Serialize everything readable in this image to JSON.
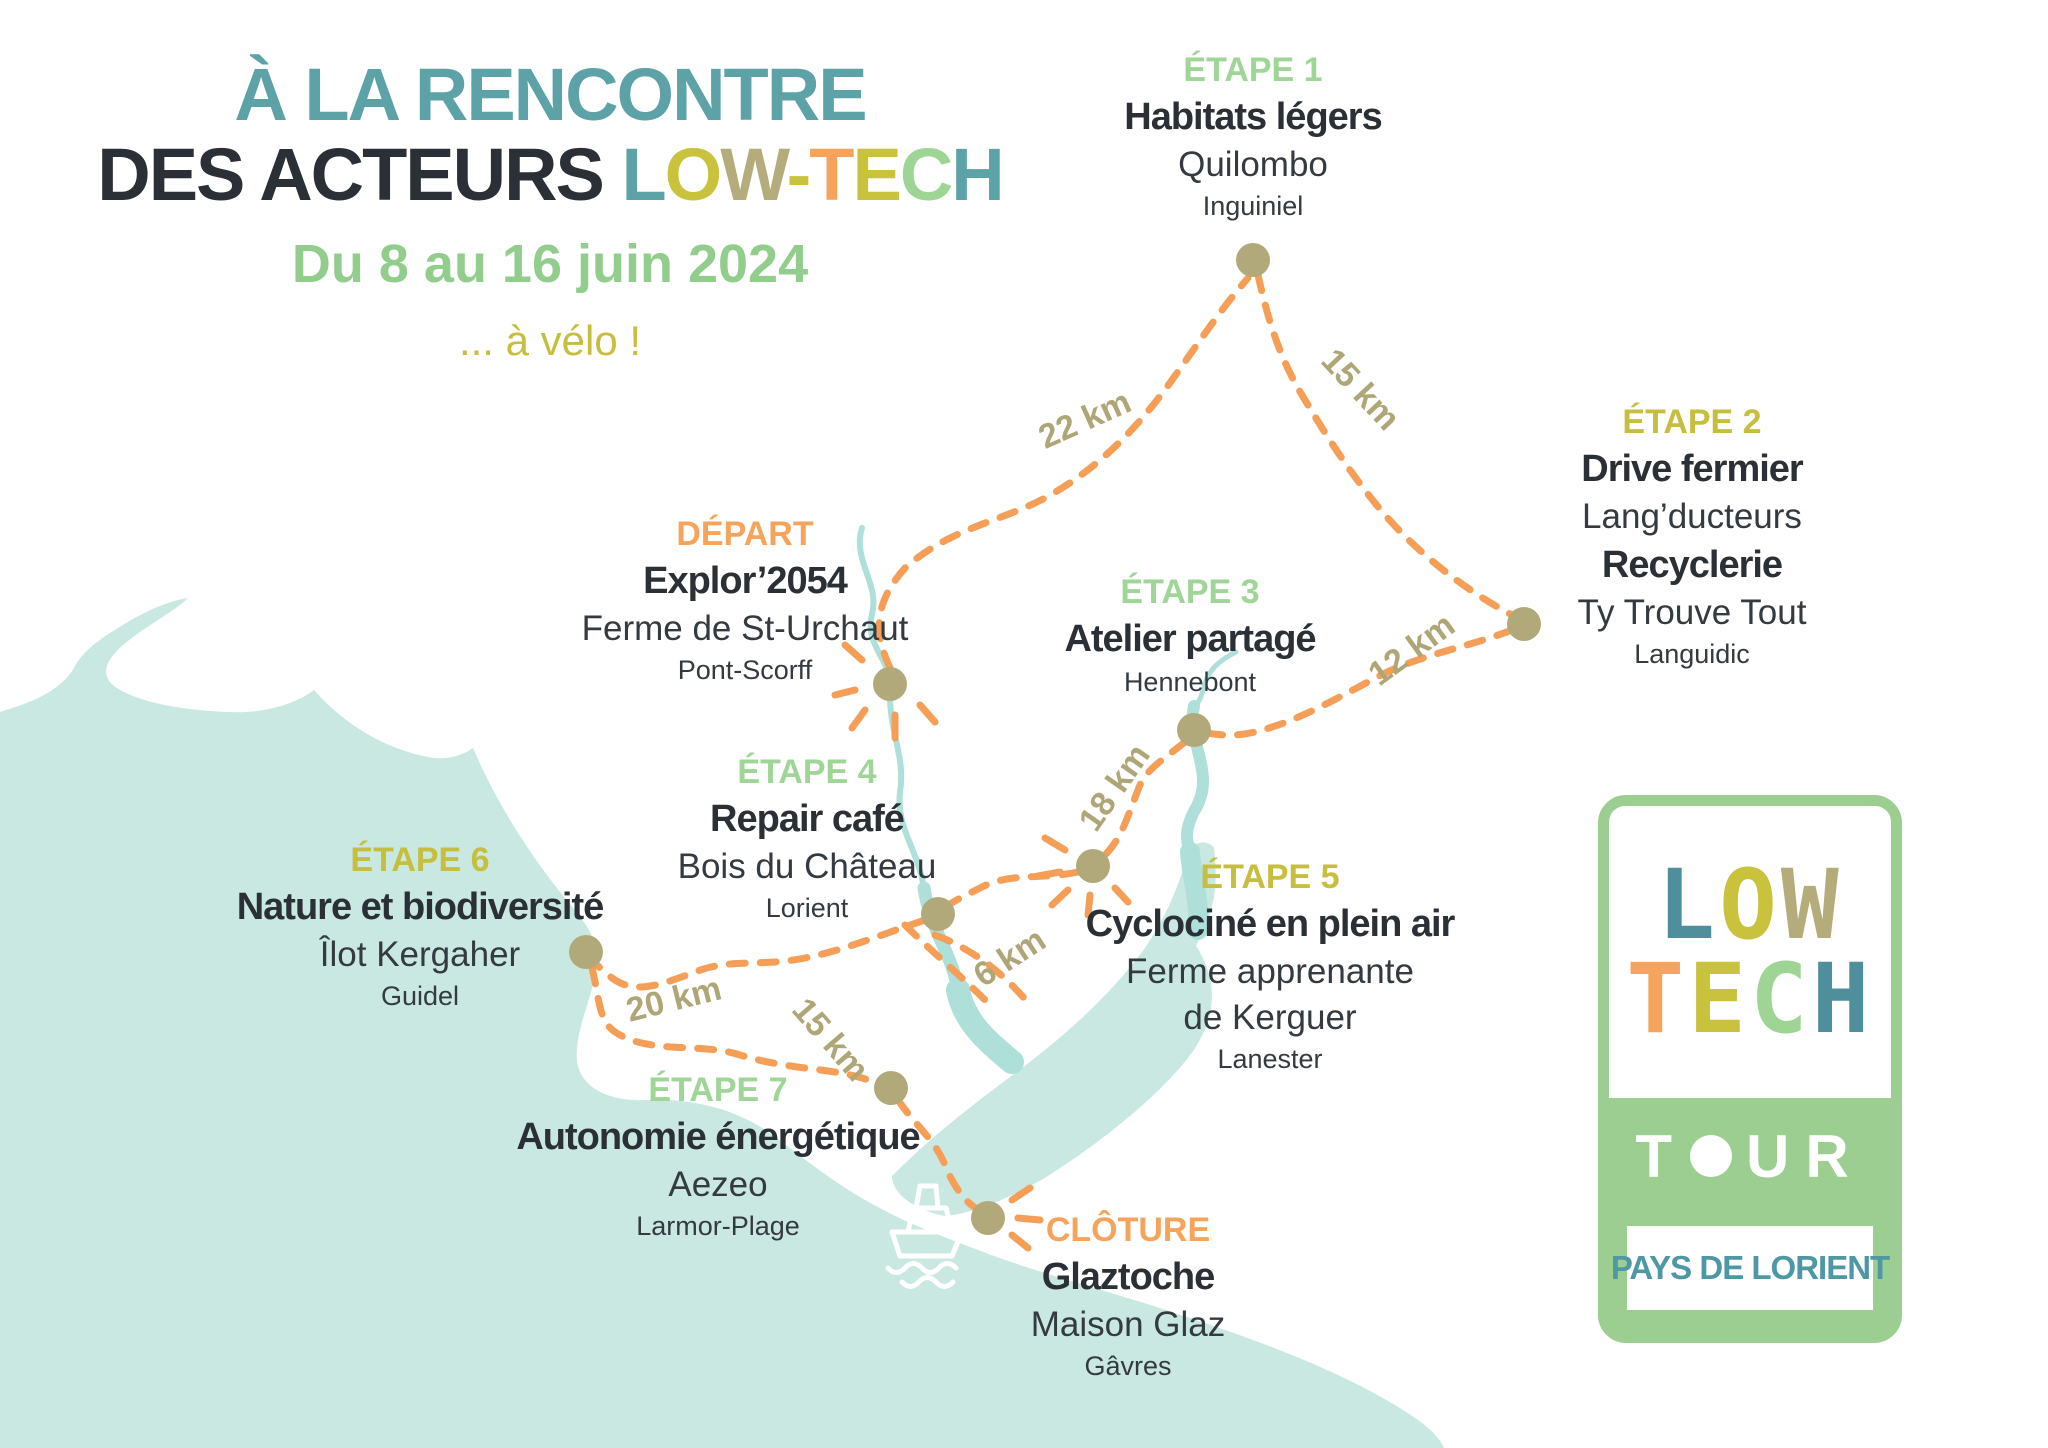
{
  "poster": {
    "title_line1": "À LA RENCONTRE",
    "title_line2_prefix": "DES ACTEURS ",
    "lowtech_letters": [
      {
        "char": "L",
        "color": "#5CA2A7"
      },
      {
        "char": "O",
        "color": "#C9C23D"
      },
      {
        "char": "W",
        "color": "#B5AC7C"
      },
      {
        "char": "-",
        "color": "#C9C23D"
      },
      {
        "char": "T",
        "color": "#F6A45B"
      },
      {
        "char": "E",
        "color": "#C9C23D"
      },
      {
        "char": "C",
        "color": "#9ED595"
      },
      {
        "char": "H",
        "color": "#5CA2A7"
      }
    ],
    "date_range": "Du 8 au 16 juin 2024",
    "tagline": "... à vélo !"
  },
  "stages": [
    {
      "id": "etape1",
      "label": "ÉTAPE 1",
      "color": "#9FD597",
      "lines": [
        {
          "t": "Habitats légers",
          "s": "bold"
        },
        {
          "t": "Quilombo",
          "s": "reg"
        },
        {
          "t": "Inguiniel",
          "s": "small"
        }
      ]
    },
    {
      "id": "etape2",
      "label": "ÉTAPE 2",
      "color": "#C6BE3F",
      "lines": [
        {
          "t": "Drive fermier",
          "s": "bold"
        },
        {
          "t": "Lang’ducteurs",
          "s": "reg"
        },
        {
          "t": "Recyclerie",
          "s": "bold"
        },
        {
          "t": "Ty Trouve Tout",
          "s": "reg"
        },
        {
          "t": "Languidic",
          "s": "small"
        }
      ]
    },
    {
      "id": "depart",
      "label": "DÉPART",
      "color": "#F6A45B",
      "lines": [
        {
          "t": "Explor’2054",
          "s": "bold"
        },
        {
          "t": "Ferme de St-Urchaut",
          "s": "reg"
        },
        {
          "t": "Pont-Scorff",
          "s": "small"
        }
      ]
    },
    {
      "id": "etape3",
      "label": "ÉTAPE 3",
      "color": "#9FD597",
      "lines": [
        {
          "t": "Atelier partagé",
          "s": "bold"
        },
        {
          "t": "Hennebont",
          "s": "small"
        }
      ]
    },
    {
      "id": "etape4",
      "label": "ÉTAPE 4",
      "color": "#9FD597",
      "lines": [
        {
          "t": "Repair café",
          "s": "bold"
        },
        {
          "t": "Bois du Château",
          "s": "reg"
        },
        {
          "t": "Lorient",
          "s": "small"
        }
      ]
    },
    {
      "id": "etape5",
      "label": "ÉTAPE 5",
      "color": "#C6BE3F",
      "lines": [
        {
          "t": "Cyclociné en plein air",
          "s": "bold"
        },
        {
          "t": "Ferme apprenante",
          "s": "reg"
        },
        {
          "t": "de Kerguer",
          "s": "reg"
        },
        {
          "t": "Lanester",
          "s": "small"
        }
      ]
    },
    {
      "id": "etape6",
      "label": "ÉTAPE 6",
      "color": "#C6BE3F",
      "lines": [
        {
          "t": "Nature et biodiversité",
          "s": "bold"
        },
        {
          "t": "Îlot Kergaher",
          "s": "reg"
        },
        {
          "t": "Guidel",
          "s": "small"
        }
      ]
    },
    {
      "id": "etape7",
      "label": "ÉTAPE 7",
      "color": "#9FD597",
      "lines": [
        {
          "t": "Autonomie énergétique",
          "s": "bold"
        },
        {
          "t": "Aezeo",
          "s": "reg"
        },
        {
          "t": "Larmor-Plage",
          "s": "small"
        }
      ]
    },
    {
      "id": "cloture",
      "label": "CLÔTURE",
      "color": "#F6A45B",
      "lines": [
        {
          "t": "Glaztoche",
          "s": "bold"
        },
        {
          "t": "Maison Glaz",
          "s": "reg"
        },
        {
          "t": "Gâvres",
          "s": "small"
        }
      ]
    }
  ],
  "distances": [
    {
      "text": "22 km"
    },
    {
      "text": "15 km"
    },
    {
      "text": "12 km"
    },
    {
      "text": "18 km"
    },
    {
      "text": "6 km"
    },
    {
      "text": "20 km"
    },
    {
      "text": "15 km"
    }
  ],
  "logo": {
    "low_letters": [
      {
        "char": "L",
        "color": "#4E8F9B"
      },
      {
        "char": "O",
        "color": "#C9C23D"
      },
      {
        "char": "W",
        "color": "#B5AC7C"
      }
    ],
    "tech_letters": [
      {
        "char": "T",
        "color": "#F6A45B"
      },
      {
        "char": "E",
        "color": "#C9C23D"
      },
      {
        "char": "C",
        "color": "#9ED595"
      },
      {
        "char": "H",
        "color": "#4E8F9B"
      }
    ],
    "tour_label": "TOUR",
    "region": "PAYS DE LORIENT"
  },
  "colors": {
    "sea": "#C9E8E2",
    "river": "#AEDFD9",
    "route": "#F49E57",
    "marker": "#B2A97A",
    "distance_text": "#AFA678",
    "title_teal": "#5CA2A7",
    "dark_text": "#2B3036",
    "stage_green": "#9FD597",
    "stage_olive": "#C6BE3F",
    "stage_orange": "#F6A45B",
    "logo_green": "#9CCE92",
    "logo_teal": "#4E98A3"
  }
}
